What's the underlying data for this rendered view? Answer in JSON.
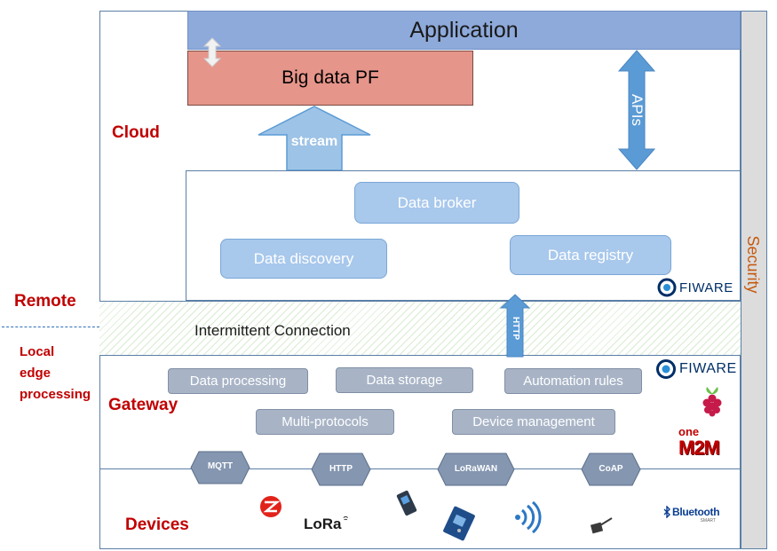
{
  "application": {
    "label": "Application"
  },
  "bigdata": {
    "label": "Big data PF"
  },
  "stream": {
    "label": "stream"
  },
  "apis": {
    "label": "APIs"
  },
  "security": {
    "label": "Security"
  },
  "layers": {
    "cloud": "Cloud",
    "remote": "Remote",
    "local_edge": [
      "Local",
      "edge",
      "processing"
    ],
    "gateway": "Gateway",
    "devices": "Devices"
  },
  "fiware_components": {
    "data_broker": "Data broker",
    "data_discovery": "Data discovery",
    "data_registry": "Data registry"
  },
  "fiware_logo": "FIWARE",
  "connection": {
    "label": "Intermittent Connection",
    "http_label": "HTTP"
  },
  "gateway_components": {
    "data_processing": "Data processing",
    "data_storage": "Data storage",
    "automation_rules": "Automation rules",
    "multi_protocols": "Multi-protocols",
    "device_management": "Device management"
  },
  "onem2m_logo": [
    "one",
    "M2M"
  ],
  "protocols": [
    "MQTT",
    "HTTP",
    "LoRaWAN",
    "CoAP"
  ],
  "devices": {
    "lora": "LoRa",
    "bluetooth": "Bluetooth",
    "bluetooth_sub": "SMART"
  },
  "colors": {
    "application": "#8eaadb",
    "bigdata": "#e6958a",
    "arrow": "#9dc3e6",
    "security_bar": "#dcdcdc",
    "label_red": "#c00000",
    "security_text": "#c55a11"
  }
}
